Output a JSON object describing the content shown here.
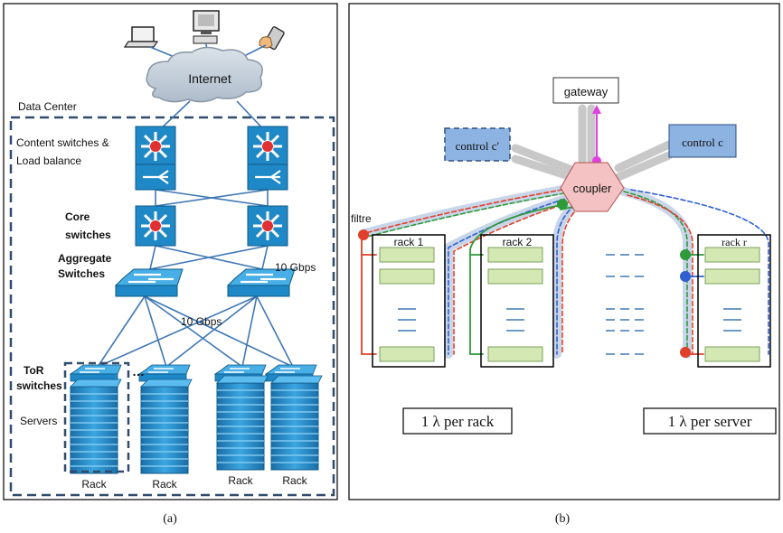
{
  "panel_a": {
    "internet_label": "Internet",
    "datacenter_label": "Data Center",
    "content_switch_label_line1": "Content switches &",
    "content_switch_label_line2": "Load balance",
    "core_label_line1": "Core",
    "core_label_line2": "switches",
    "aggregate_label_line1": "Aggregate",
    "aggregate_label_line2": "Switches",
    "speed_right": "10 Gbps",
    "speed_mid": "10 Gbps",
    "tor_label_line1": "ToR",
    "tor_label_line2": "switches",
    "ellipsis": "…",
    "servers_label": "Servers",
    "rack_labels": [
      "Rack",
      "Rack",
      "Rack",
      "Rack"
    ],
    "caption": "(a)"
  },
  "panel_b": {
    "gateway_label": "gateway",
    "control_left_label": "control c′",
    "control_right_label": "control c",
    "coupler_label": "coupler",
    "filtre_label": "filtre",
    "rack_labels": [
      "rack 1",
      "rack 2",
      "rack r"
    ],
    "per_rack_label": "1 λ per rack",
    "per_server_label": "1 λ per server",
    "caption": "(b)"
  },
  "colors": {
    "switch_blue": "#1f88c6",
    "link_blue": "#3f78b5",
    "dashed_border": "#2f4b6e",
    "coupler_fill": "#f4c2c2",
    "server_green": "#d4e8b4",
    "control_blue": "#8db3e2",
    "fiber_red": "#e0402a",
    "fiber_green": "#2e9a3a",
    "fiber_blue": "#2f5fd0",
    "magenta": "#e040e0"
  }
}
